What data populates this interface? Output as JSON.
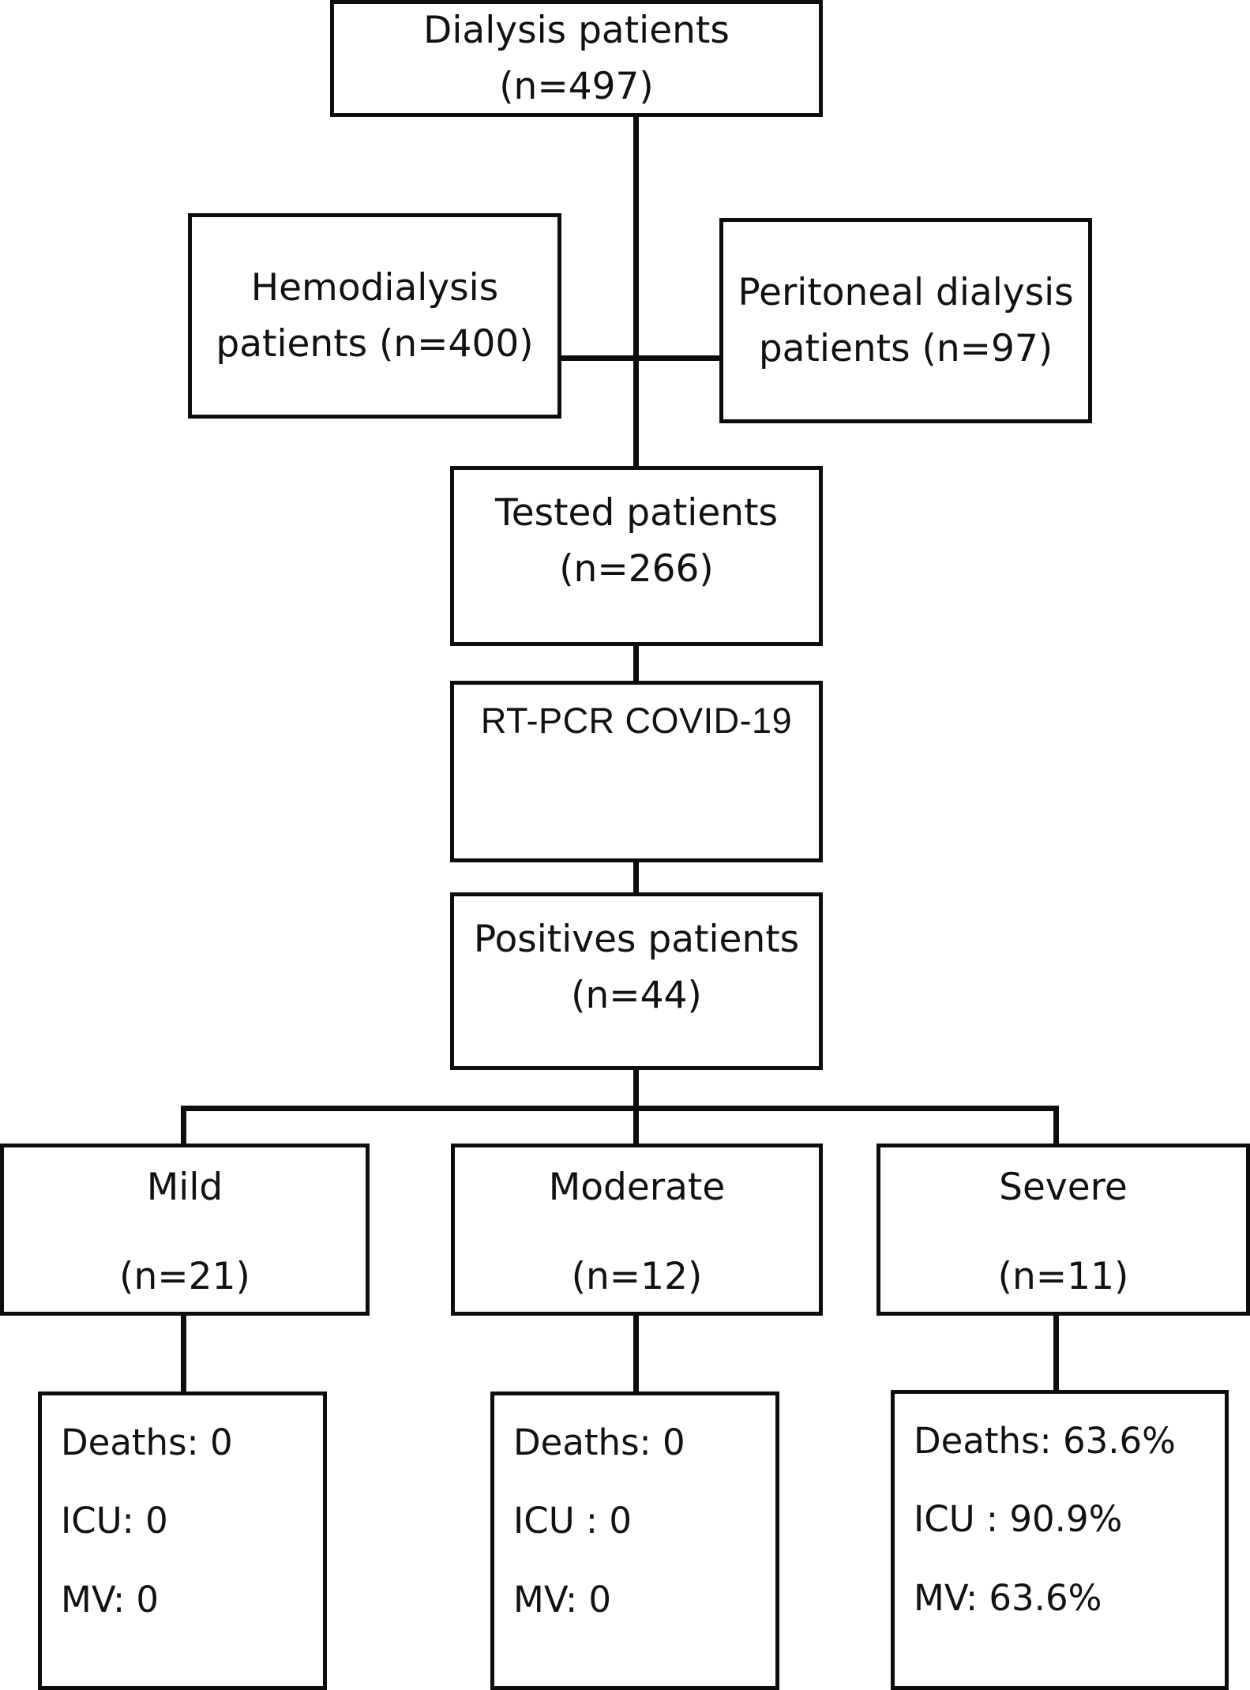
{
  "figure": {
    "type": "flowchart",
    "orientation": "top-down",
    "description": "Patient selection and COVID-19 outcome flowchart for dialysis patients"
  },
  "nodes": {
    "dialysis": {
      "label": "Dialysis patients",
      "count_label": "(n=497)",
      "n": 497
    },
    "hemodialysis": {
      "label": "Hemodialysis",
      "count_label": "patients (n=400)",
      "n": 400
    },
    "peritoneal": {
      "label": "Peritoneal dialysis",
      "count_label": "patients (n=97)",
      "n": 97
    },
    "tested": {
      "label": "Tested patients",
      "count_label": "(n=266)",
      "n": 266
    },
    "rtpcr": {
      "label": "RT-PCR COVID-19"
    },
    "positives": {
      "label": "Positives patients",
      "count_label": "(n=44)",
      "n": 44
    },
    "mild": {
      "label": "Mild",
      "count_label": "(n=21)",
      "n": 21
    },
    "moderate": {
      "label": "Moderate",
      "count_label": "(n=12)",
      "n": 12
    },
    "severe": {
      "label": "Severe",
      "count_label": "(n=11)",
      "n": 11
    },
    "mild_outcomes": {
      "deaths": "Deaths: 0",
      "icu": "ICU: 0",
      "mv": "MV: 0"
    },
    "moderate_outcomes": {
      "deaths": "Deaths: 0",
      "icu": "ICU : 0",
      "mv": "MV: 0"
    },
    "severe_outcomes": {
      "deaths": "Deaths: 63.6%",
      "icu": "ICU : 90.9%",
      "mv": "MV: 63.6%"
    }
  },
  "colors": {
    "stroke": "#0d0d0d",
    "fill": "#ffffff",
    "text": "#111111"
  }
}
